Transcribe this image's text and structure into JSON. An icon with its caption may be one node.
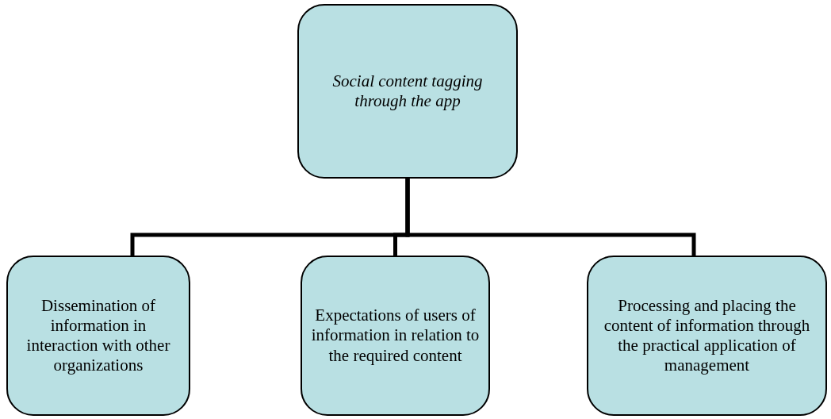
{
  "diagram": {
    "nodes": [
      {
        "text": [
          "Social content tagging through the app"
        ]
      },
      {
        "text": [
          "Dissemination of information in interaction with other organizations"
        ]
      },
      {
        "text": [
          "Expectations of users of information in relation to the required content"
        ]
      },
      {
        "text": [
          "Processing and placing the content of information through the practical application of management"
        ]
      }
    ],
    "edges": [
      {
        "from": 0,
        "to": 1,
        "arrow": "none"
      },
      {
        "from": 0,
        "to": 2,
        "arrow": "none"
      },
      {
        "from": 0,
        "to": 3,
        "arrow": "none"
      }
    ]
  }
}
